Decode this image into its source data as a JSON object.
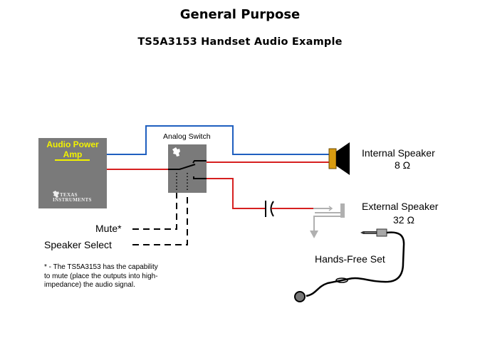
{
  "header": {
    "title": "General Purpose",
    "subtitle": "TS5A3153 Handset Audio Example"
  },
  "amp": {
    "label_line1": "Audio Power",
    "label_line2": "Amp",
    "logo_line1": "Texas",
    "logo_line2": "Instruments"
  },
  "switch": {
    "label": "Analog Switch"
  },
  "internal_speaker": {
    "name": "Internal Speaker",
    "impedance": "8 Ω"
  },
  "external_speaker": {
    "name": "External Speaker",
    "impedance": "32 Ω"
  },
  "handsfree": {
    "label": "Hands-Free Set"
  },
  "controls": {
    "mute": "Mute*",
    "speaker_select": "Speaker Select"
  },
  "footnote": {
    "line1": "* - The TS5A3153 has the capability",
    "line2": "to mute (place the outputs into high-",
    "line3": "impedance) the audio signal."
  },
  "colors": {
    "blue_wire": "#1f5fbf",
    "red_wire": "#d62020",
    "block_gray": "#7a7a7a",
    "amp_text": "#f2f200",
    "speaker_cap": "#d89b10"
  }
}
